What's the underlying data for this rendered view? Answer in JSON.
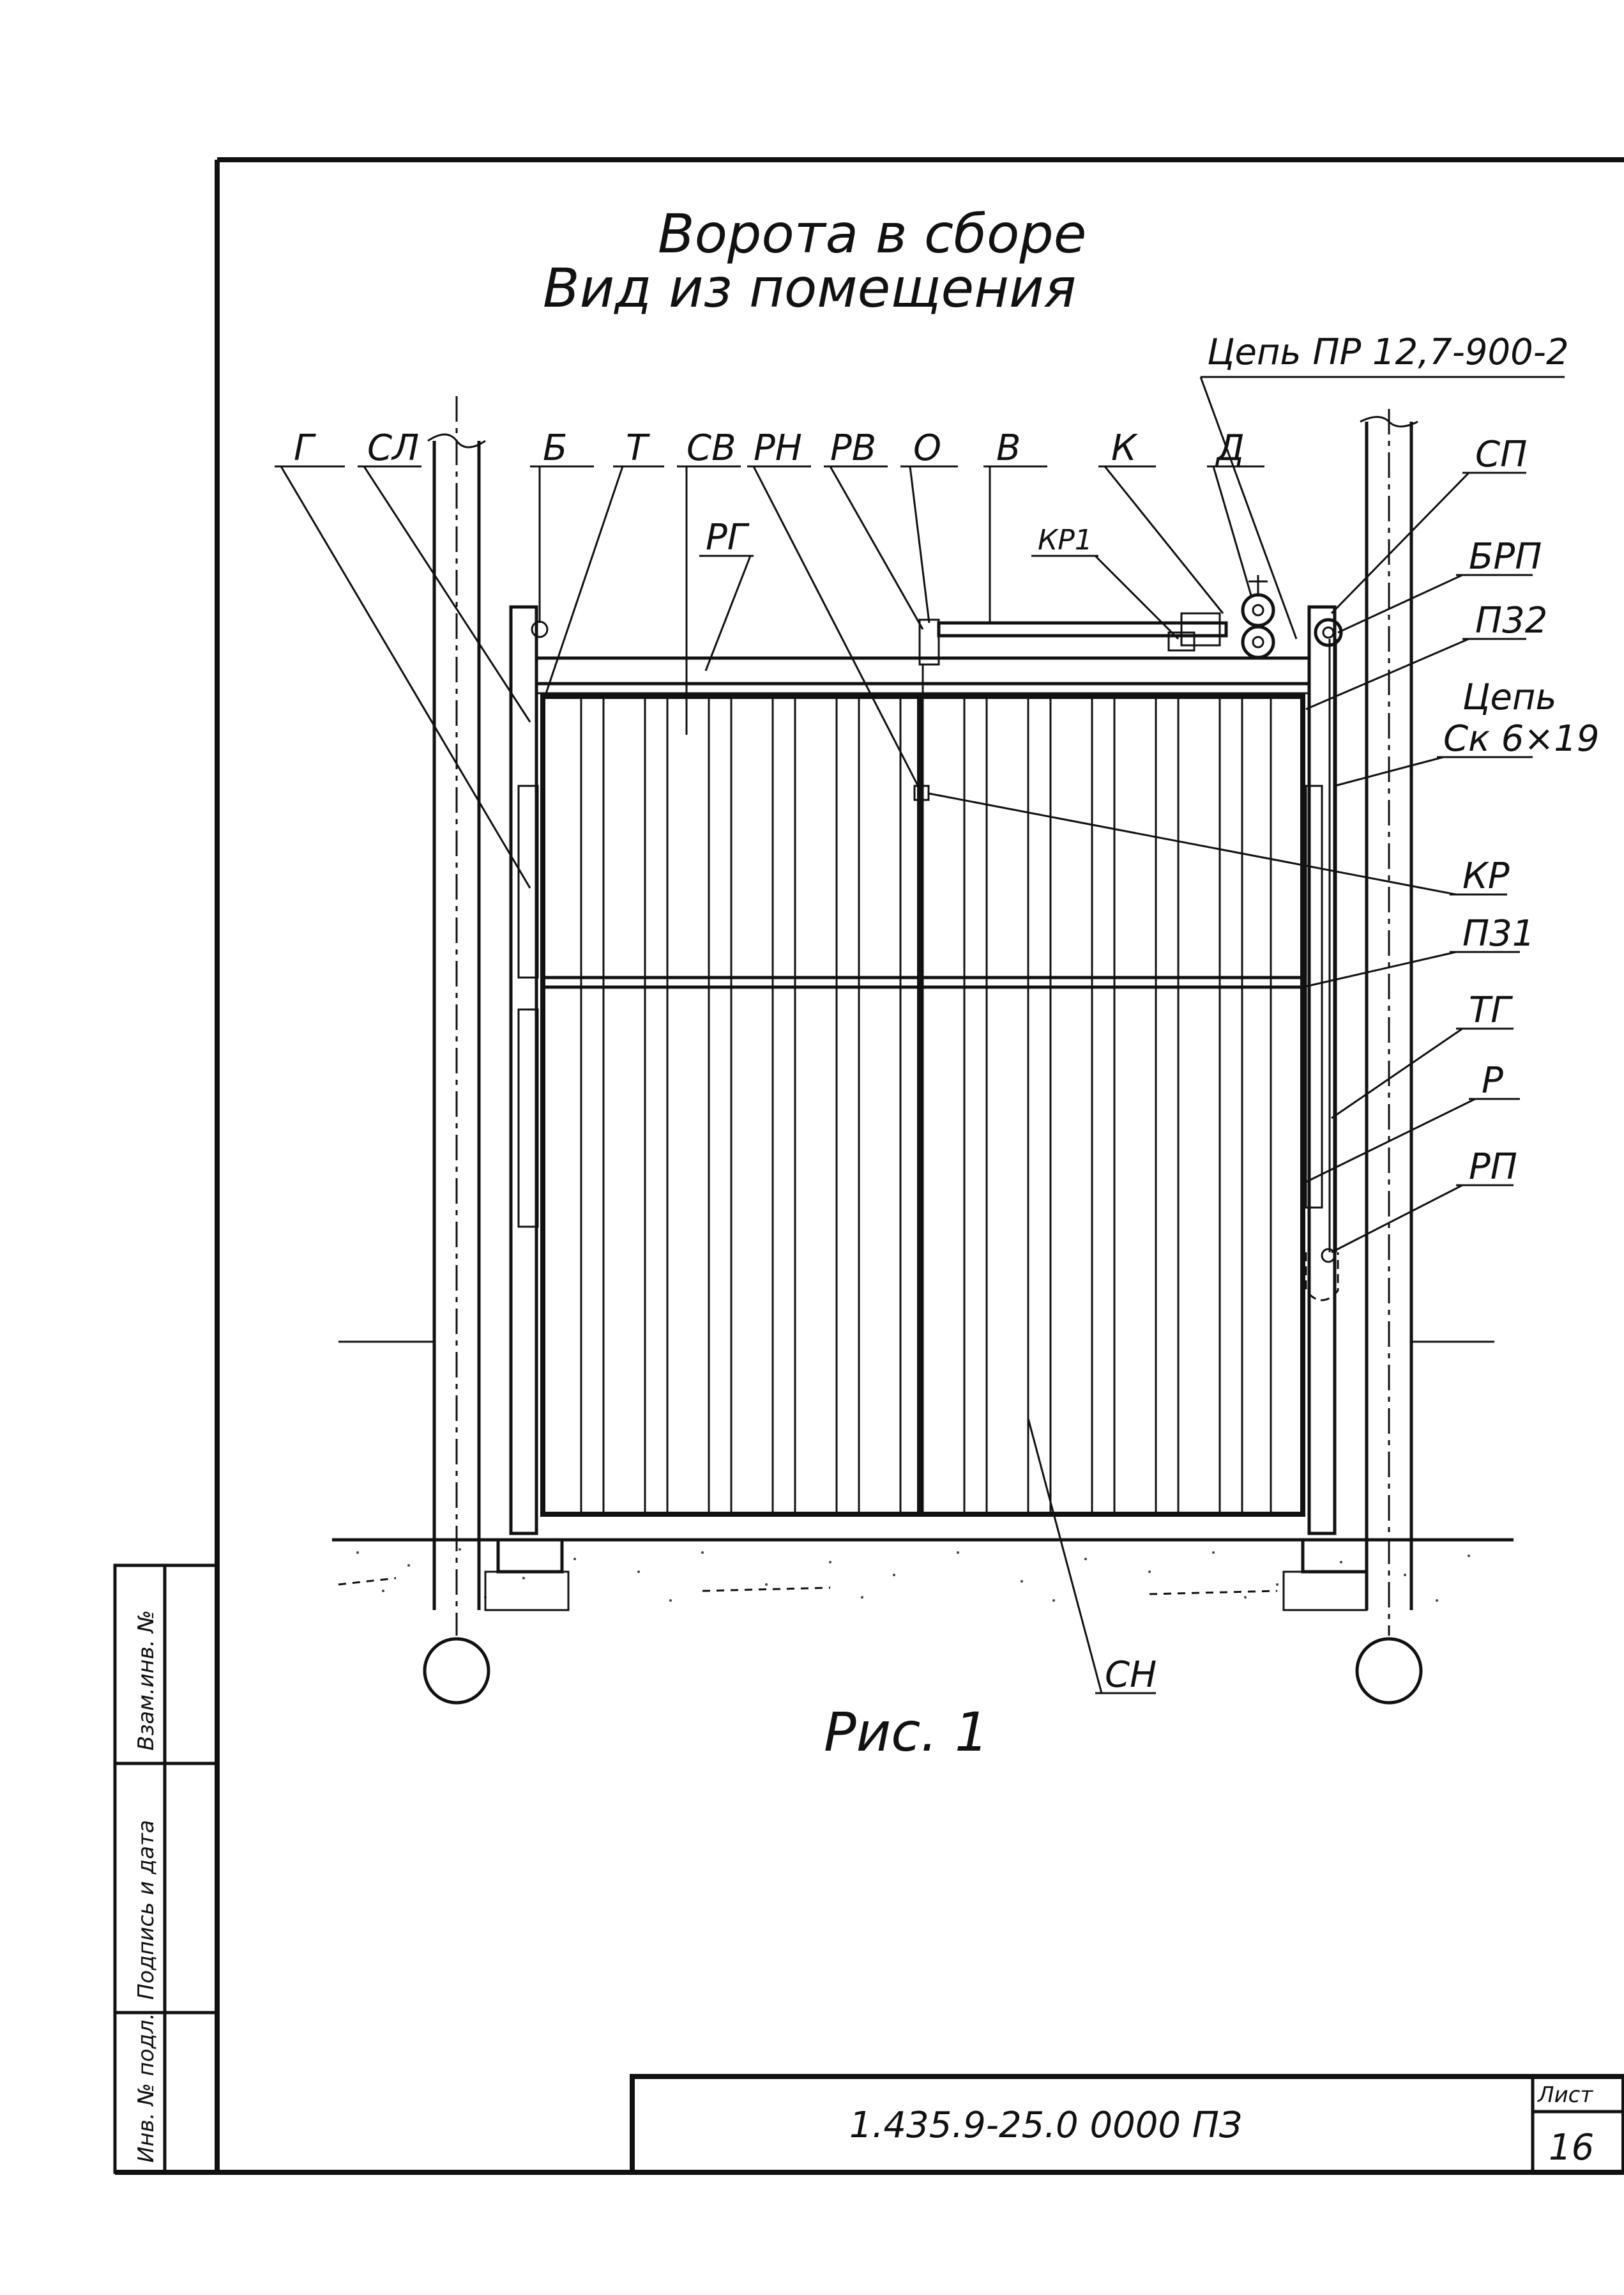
{
  "title_line1": "Ворота в сборе",
  "title_line2": "Вид из помещения",
  "chain_top_label": "Цепь ПР 12,7-900-2",
  "labels": {
    "G": "Г",
    "SL": "СЛ",
    "B": "Б",
    "T": "Т",
    "SV": "СВ",
    "RN": "РН",
    "RV": "РВ",
    "O": "О",
    "V": "В",
    "K": "К",
    "D": "Д",
    "RG": "РГ",
    "KR1": "КР1",
    "SP": "СП",
    "BRP": "БРП",
    "P32": "П32",
    "chain_right_1": "Цепь",
    "chain_right_2": "Ск 6×19",
    "KR": "КР",
    "P31": "П31",
    "TG": "ТГ",
    "R": "Р",
    "RP": "РП",
    "SN": "СН"
  },
  "figure_caption": "Рис. 1",
  "side_stamp": {
    "inv_zam": "Взам.инв. №",
    "sign_date": "Подпись и дата",
    "inv_podl": "Инв. № подл."
  },
  "title_block": {
    "doc_number": "1.435.9-25.0 0000 ПЗ",
    "sheet_label": "Лист",
    "sheet_number": "16"
  }
}
